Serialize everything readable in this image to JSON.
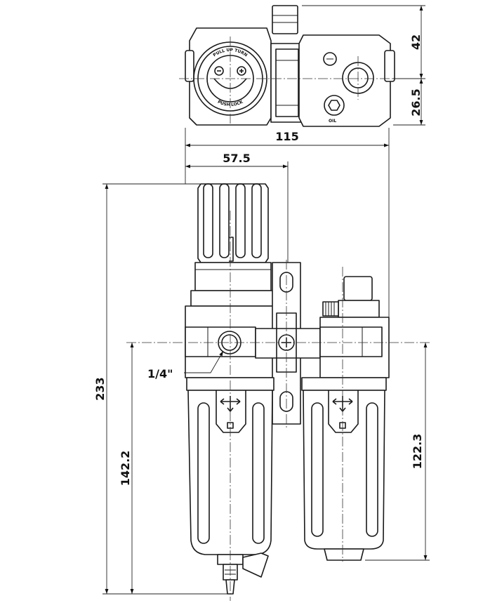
{
  "dimensions": {
    "top_offset_upper": "42",
    "top_offset_lower": "26.5",
    "overall_width": "115",
    "half_width": "57.5",
    "overall_height": "233",
    "port_height": "142.2",
    "lubricator_height": "122.3",
    "port_size": "1/4\""
  },
  "knob_text": {
    "upper": "PULL UP TURN",
    "lower": "PUSH LOCK"
  },
  "marking": "OIL",
  "colors": {
    "line": "#1a1a1a",
    "background": "#ffffff"
  }
}
